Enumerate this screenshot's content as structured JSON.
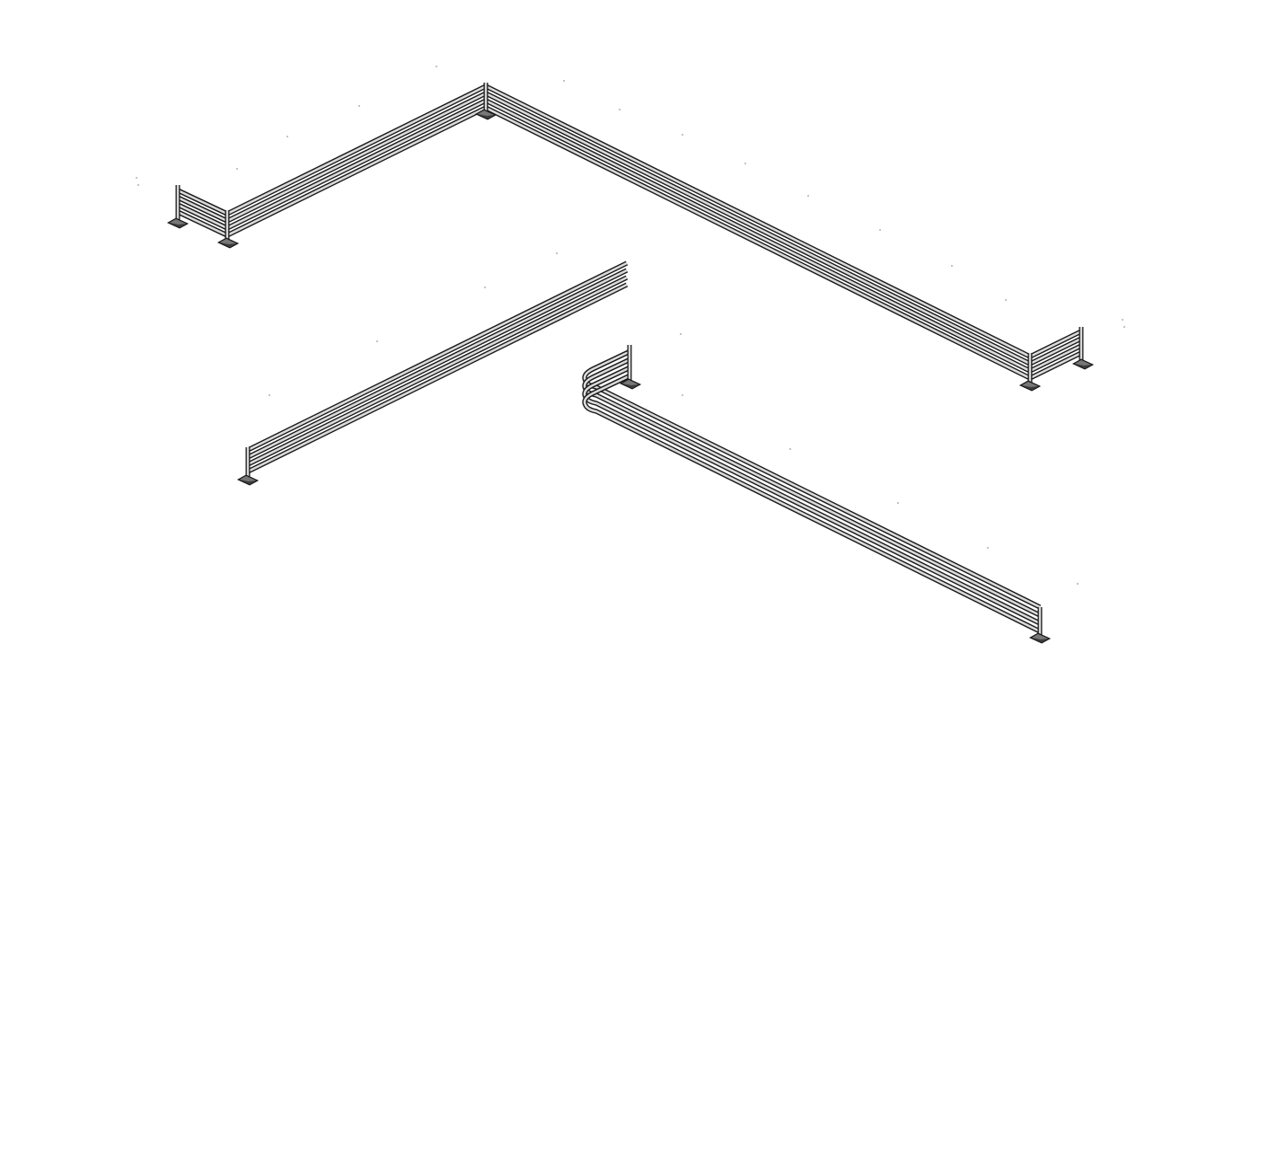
{
  "drawing": {
    "colors": {
      "background": "#ffffff",
      "rail_outline": "#1a1a1a",
      "rail_fill": "#dadada",
      "footing": "#3c3c3c"
    },
    "railing_segments": [
      {
        "name": "upper-l-shaped-railing",
        "posts": 4,
        "rails": 4
      },
      {
        "name": "middle-left-straight-railing",
        "posts": 1,
        "rails": 4
      },
      {
        "name": "lower-right-returned-railing",
        "posts": 2,
        "rails": 4
      }
    ]
  }
}
